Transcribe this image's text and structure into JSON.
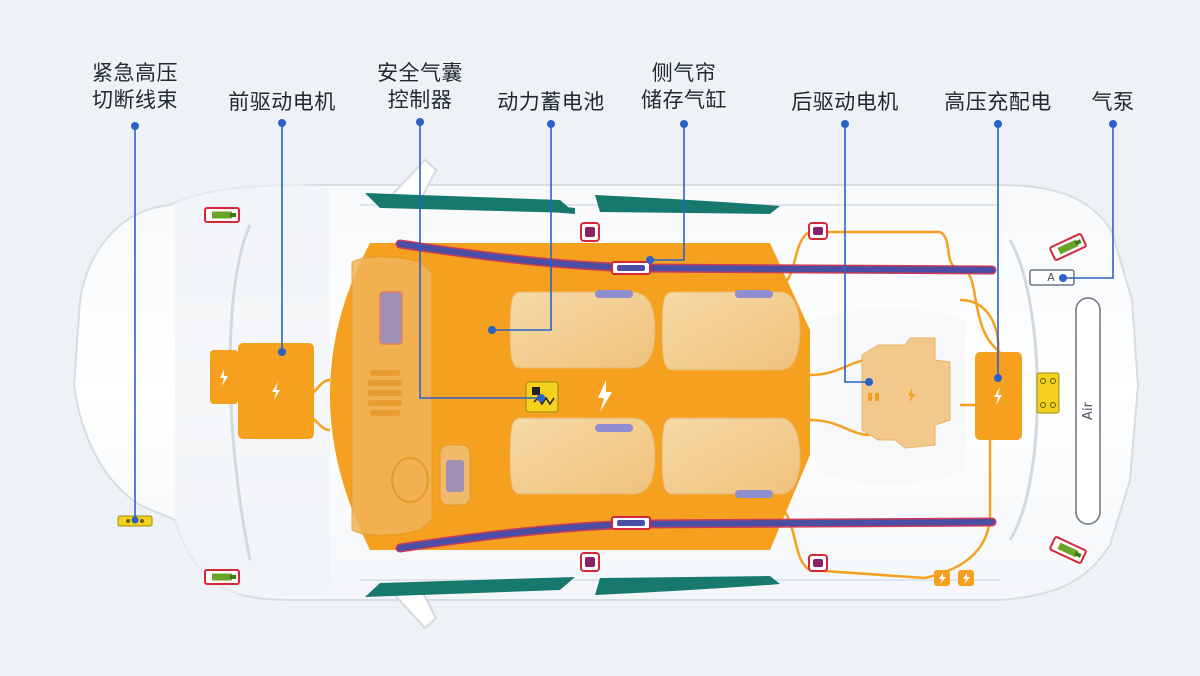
{
  "callouts": {
    "hv_cutoff_harness": "紧急高压\n切断线束",
    "front_motor": "前驱动电机",
    "airbag_controller": "安全气囊\n控制器",
    "power_battery": "动力蓄电池",
    "curtain_inflator": "侧气帘\n储存气缸",
    "rear_motor": "后驱动电机",
    "hv_distribution": "高压充配电",
    "air_pump": "气泵"
  },
  "component_text": {
    "pump_box": "A",
    "air_tank": "Air"
  },
  "icons": {
    "high_voltage": "lightning-bolt-icon"
  },
  "colors": {
    "background": "#eef2f6",
    "battery_orange": "#f5a01f",
    "callout_line": "#2a62c7",
    "curtain_bar": "#4a4ea4",
    "inflator_red": "#d4283a",
    "window_teal": "#17786e",
    "seat": "#f2c98b"
  }
}
